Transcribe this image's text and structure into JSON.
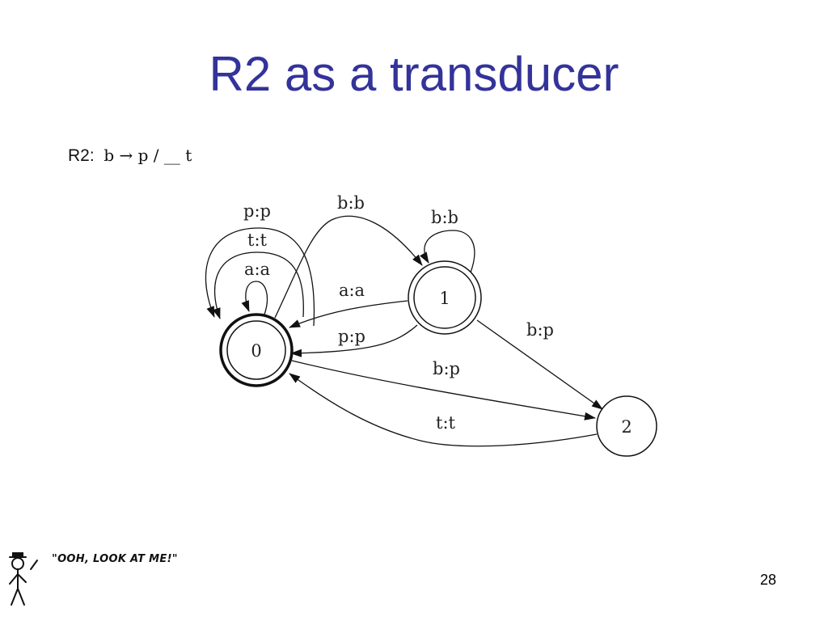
{
  "slide": {
    "title": "R2 as a transducer",
    "page_number": "28"
  },
  "rule": {
    "prefix": "R2:",
    "formula": "b → p / __ t"
  },
  "diagram": {
    "states": [
      {
        "id": "0",
        "label": "0",
        "accepting": true,
        "initial": true
      },
      {
        "id": "1",
        "label": "1",
        "accepting": true
      },
      {
        "id": "2",
        "label": "2",
        "accepting": false
      }
    ],
    "transitions": [
      {
        "from": "0",
        "to": "0",
        "label": "p:p"
      },
      {
        "from": "0",
        "to": "0",
        "label": "t:t"
      },
      {
        "from": "0",
        "to": "0",
        "label": "a:a"
      },
      {
        "from": "0",
        "to": "1",
        "label": "b:b"
      },
      {
        "from": "1",
        "to": "1",
        "label": "b:b"
      },
      {
        "from": "1",
        "to": "0",
        "label": "a:a"
      },
      {
        "from": "1",
        "to": "0",
        "label": "p:p"
      },
      {
        "from": "1",
        "to": "2",
        "label": "b:p"
      },
      {
        "from": "0",
        "to": "2",
        "label": "b:p"
      },
      {
        "from": "2",
        "to": "0",
        "label": "t:t"
      }
    ]
  },
  "comic": {
    "quote": "\"OOH, LOOK AT ME!\""
  }
}
